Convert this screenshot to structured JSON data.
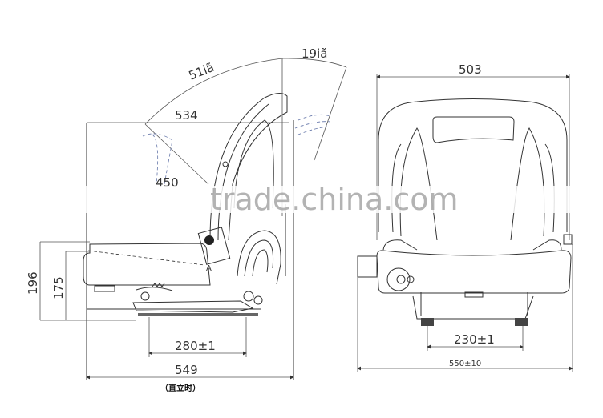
{
  "side_view": {
    "dims": {
      "backrest_angle_forward": "51iã",
      "backrest_angle_back": "19iã",
      "depth_top": "534",
      "partial_label": "450",
      "height_total": "196",
      "height_seat": "175",
      "rail_mount": "280±1",
      "overall_length": "549"
    },
    "caption": "（直立时）"
  },
  "front_view": {
    "dims": {
      "width_back": "503",
      "rail_spacing": "230±1",
      "overall_width": "550±10"
    }
  },
  "watermark": "trade.china.com",
  "line_color": "#333333",
  "dashed_color": "#6677aa"
}
